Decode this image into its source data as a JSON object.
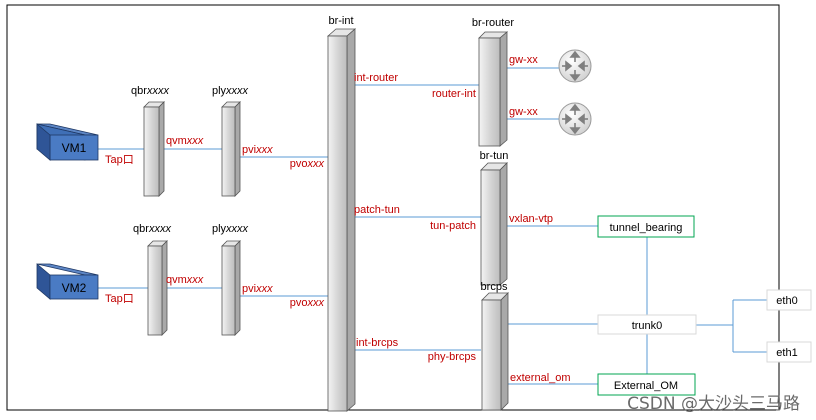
{
  "bridges": {
    "br_int": "br-int",
    "br_router": "br-router",
    "br_tun": "br-tun",
    "brcps": "brcps",
    "qbr_top": "qbr",
    "qbr_top_suffix": "xxxx",
    "ply_top": "ply",
    "ply_top_suffix": "xxxx",
    "qbr_bottom": "qbr",
    "qbr_bottom_suffix": "xxxx",
    "ply_bottom": "ply",
    "ply_bottom_suffix": "xxxx"
  },
  "vms": {
    "vm1": "VM1",
    "vm2": "VM2"
  },
  "ports": {
    "tap_top": "Tap口",
    "tap_bottom": "Tap口",
    "qvm_top": "qvm",
    "qvm_top_suffix": "xxx",
    "qvm_bottom": "qvm",
    "qvm_bottom_suffix": "xxx",
    "pvi_top": "pvi",
    "pvi_top_suffix": "xxx",
    "pvi_bottom": "pvi",
    "pvi_bottom_suffix": "xxx",
    "pvo_top": "pvo",
    "pvo_top_suffix": "xxx",
    "pvo_bottom": "pvo",
    "pvo_bottom_suffix": "xxx",
    "int_router": "int-router",
    "router_int": "router-int",
    "gw_1": "gw-xx",
    "gw_2": "gw-xx",
    "patch_tun": "patch-tun",
    "tun_patch": "tun-patch",
    "vxlan_vtp": "vxlan-vtp",
    "int_brcps": "int-brcps",
    "phy_brcps": "phy-brcps",
    "external_om": "external_om"
  },
  "boxes": {
    "tunnel_bearing": "tunnel_bearing",
    "trunk0": "trunk0",
    "external_om": "External_OM",
    "eth0": "eth0",
    "eth1": "eth1"
  },
  "icons": {
    "router": "router-icon"
  },
  "colors": {
    "vm_fill": "#3f6fb6",
    "link_blue": "#5b9bd5",
    "label_red": "#c00000",
    "box_green": "#00a651",
    "bridge_fill": "#d0d0d0",
    "router_fill": "#e8e8e8"
  },
  "watermark": "CSDN @大沙头三马路"
}
